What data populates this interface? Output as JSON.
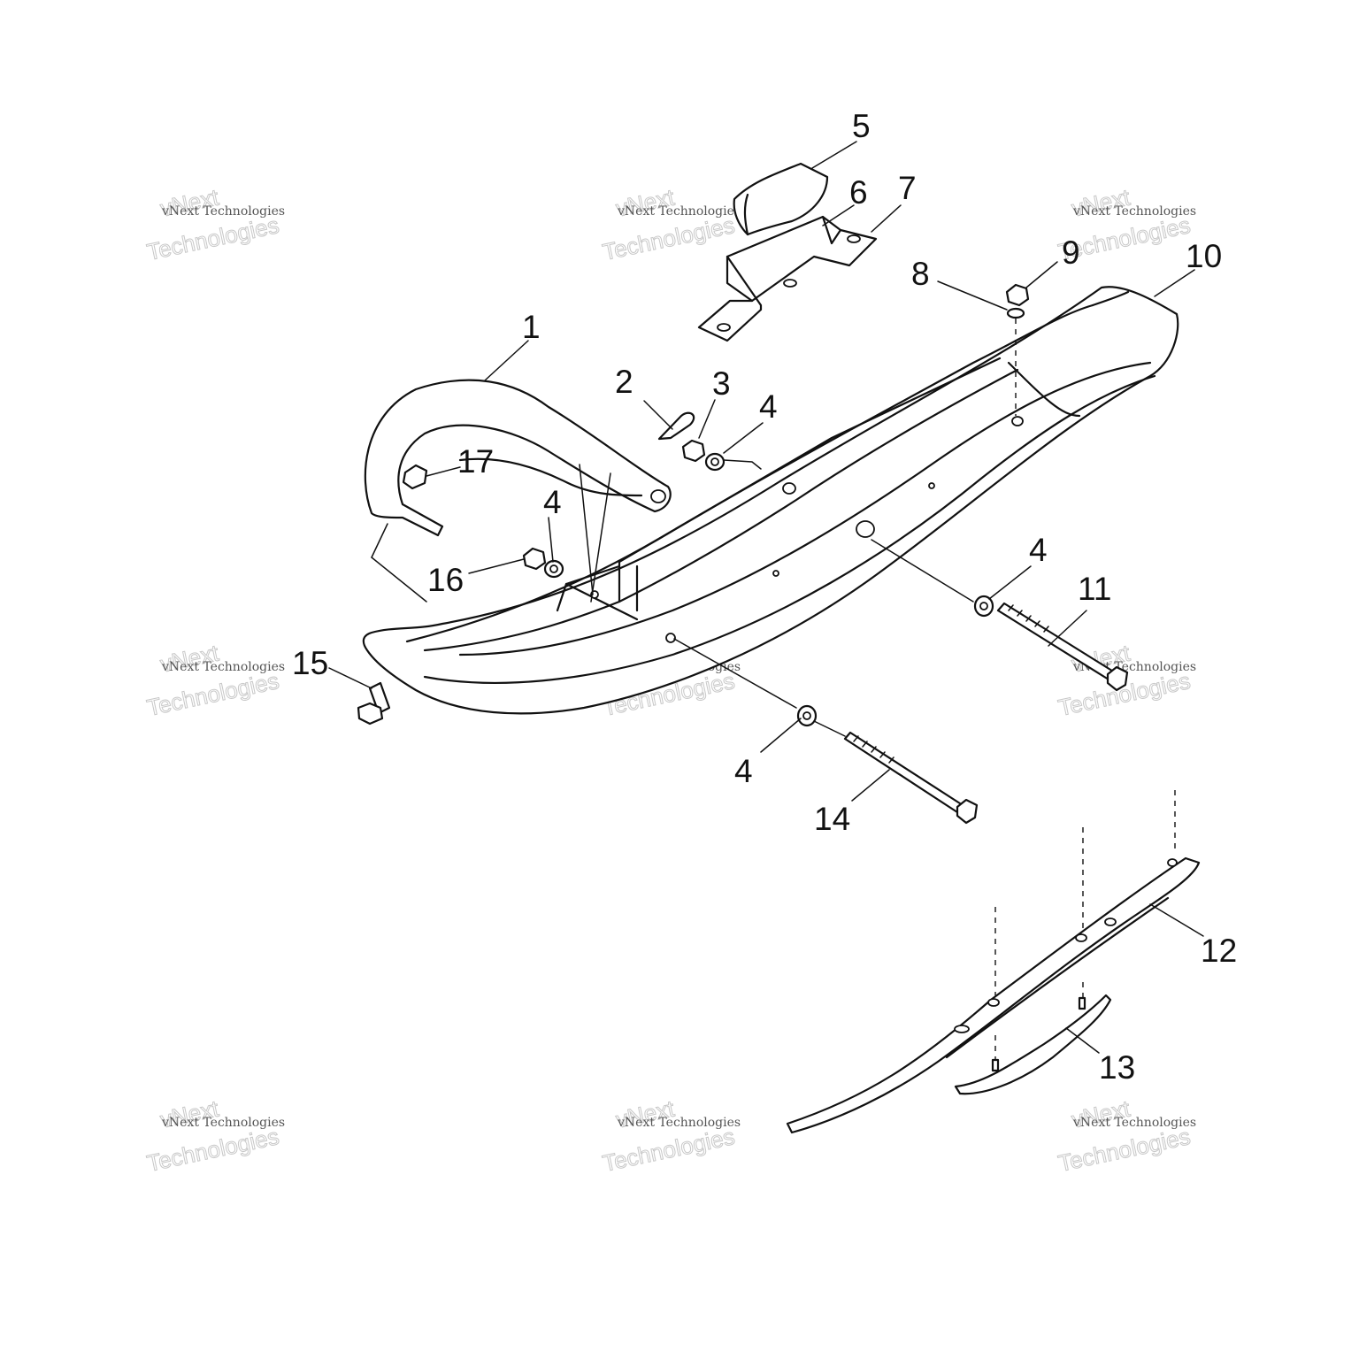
{
  "callouts": {
    "c1": "1",
    "c2": "2",
    "c3": "3",
    "c4a": "4",
    "c4b": "4",
    "c4c": "4",
    "c4d": "4",
    "c5": "5",
    "c6": "6",
    "c7": "7",
    "c8": "8",
    "c9": "9",
    "c10": "10",
    "c11": "11",
    "c12": "12",
    "c13": "13",
    "c14": "14",
    "c15": "15",
    "c16": "16",
    "c17": "17"
  },
  "watermark": {
    "brand_small": "vNext Technologies",
    "brand_big_top": "vNext",
    "brand_big_bottom": "Technologies"
  }
}
